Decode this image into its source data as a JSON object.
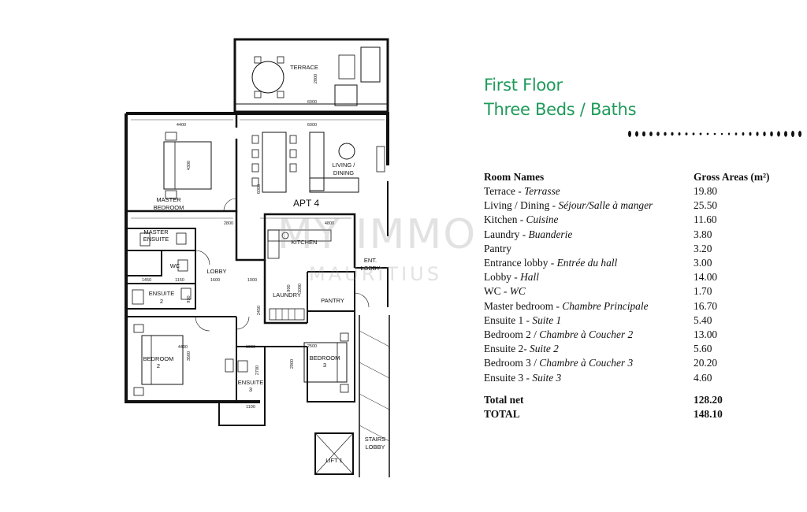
{
  "heading": {
    "line1": "First Floor",
    "line2": "Three Beds / Baths"
  },
  "table": {
    "col_name": "Room Names",
    "col_area": "Gross Areas (m²)",
    "rows": [
      {
        "en": "Terrace - ",
        "fr": "Terrasse",
        "area": "19.80"
      },
      {
        "en": "Living / Dining - ",
        "fr": "Séjour/Salle à manger",
        "area": "25.50"
      },
      {
        "en": "Kitchen - ",
        "fr": "Cuisine",
        "area": "11.60"
      },
      {
        "en": "Laundry - ",
        "fr": "Buanderie",
        "area": "3.80"
      },
      {
        "en": "Pantry",
        "fr": "",
        "area": "3.20"
      },
      {
        "en": "Entrance lobby - ",
        "fr": "Entrée du hall",
        "area": "3.00"
      },
      {
        "en": "Lobby - ",
        "fr": "Hall",
        "area": "14.00"
      },
      {
        "en": "WC - ",
        "fr": "WC",
        "area": "1.70"
      },
      {
        "en": "Master bedroom - ",
        "fr": "Chambre Principale",
        "area": "16.70"
      },
      {
        "en": "Ensuite 1 - ",
        "fr": "Suite 1",
        "area": "5.40"
      },
      {
        "en": "Bedroom 2 / ",
        "fr": "Chambre à Coucher 2",
        "area": "13.00"
      },
      {
        "en": "Ensuite 2- ",
        "fr": "Suite 2",
        "area": "5.60"
      },
      {
        "en": "Bedroom 3 / ",
        "fr": "Chambre à Coucher 3",
        "area": "20.20"
      },
      {
        "en": "Ensuite 3 - ",
        "fr": "Suite 3",
        "area": "4.60"
      }
    ],
    "totals": [
      {
        "label": "Total net",
        "area": "128.20"
      },
      {
        "label": "TOTAL",
        "area": "148.10"
      }
    ]
  },
  "watermark": {
    "line1": "MY IMMO",
    "line2": "MAURITIUS"
  },
  "plan": {
    "apt_label": "APT 4",
    "rooms": {
      "terrace": "TERRACE",
      "living1": "LIVING /",
      "living2": "DINING",
      "master1": "MASTER",
      "master2": "BEDROOM",
      "mensuite1": "MASTER",
      "mensuite2": "ENSUITE",
      "wc": "WC",
      "lobby": "LOBBY",
      "kitchen": "KITCHEN",
      "ent1": "ENT.",
      "ent2": "LOBBY",
      "laundry": "LAUNDRY",
      "pantry": "PANTRY",
      "ensuite2a": "ENSUITE",
      "ensuite2b": "2",
      "bed2a": "BEDROOM",
      "bed2b": "2",
      "bed3a": "BEDROOM",
      "bed3b": "3",
      "ensuite3a": "ENSUITE",
      "ensuite3b": "3",
      "lift": "LIFT 1",
      "stairs1": "STAIRS",
      "stairs2": "LOBBY"
    },
    "dims": {
      "terrace_w": "6000",
      "terrace_h": "2800",
      "living_w": "6000",
      "living_h": "6000",
      "master_w": "4400",
      "master_h": "4300",
      "w2800": "2800",
      "kitchen_w": "4800",
      "d1450": "1450",
      "d1150": "1150",
      "d1600": "1600",
      "d1000a": "1000",
      "d930": "930",
      "d2450": "2450",
      "d1000b": "1000",
      "bed2_w": "4400",
      "bed2_h": "3500",
      "bed3_w": "2500",
      "bed3_h": "2900",
      "d1100": "1100",
      "d2700": "2700",
      "d1000c": "1000",
      "d900": "900"
    }
  }
}
